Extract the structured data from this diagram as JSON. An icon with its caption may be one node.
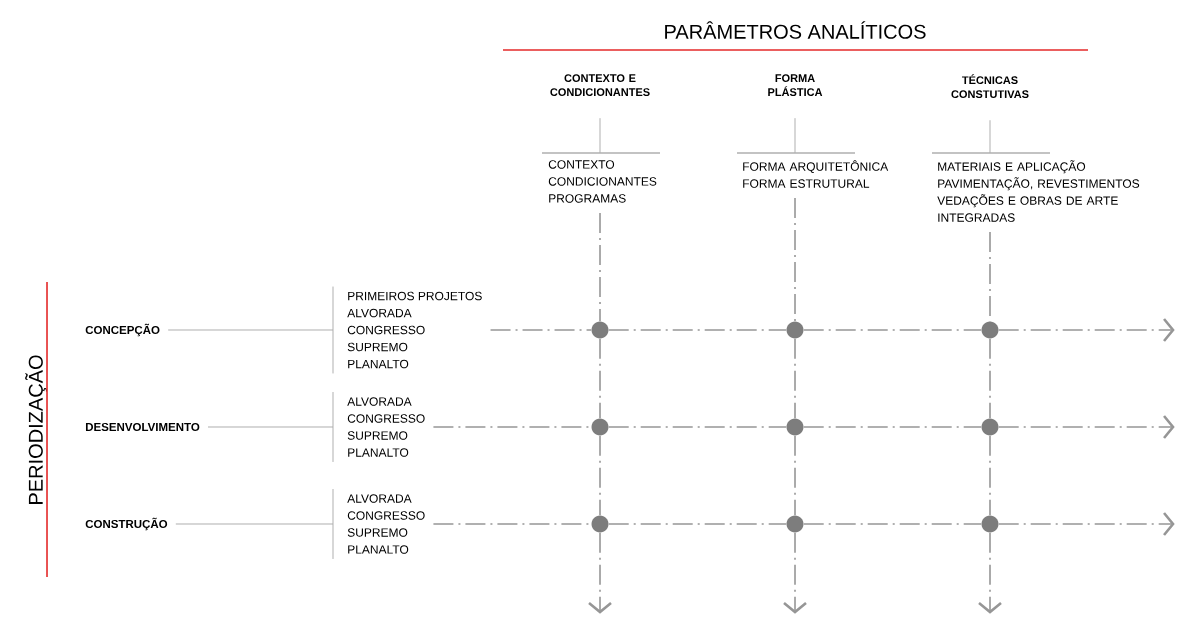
{
  "diagram": {
    "nodes": [
      {
        "text": [
          "CONTEXTO E CONDICIONANTES"
        ]
      },
      {
        "text": [
          "FORMA PLÁSTICA"
        ]
      },
      {
        "text": [
          "TÉCNICAS CONSTUTIVAS"
        ]
      },
      {
        "text": [
          "CONTEXTO",
          "CONDICIONANTES",
          "PROGRAMAS"
        ]
      },
      {
        "text": [
          "FORMA ARQUITETÔNICA",
          "FORMA ESTRUTURAL"
        ]
      },
      {
        "text": [
          "MATERIAIS E APLICAÇÃO",
          "PAVIMENTAÇÃO, REVESTIMENTOS",
          "VEDAÇÕES E OBRAS DE ARTE INTEGRADAS"
        ]
      },
      {
        "text": [
          "CONCEPÇÃO"
        ]
      },
      {
        "text": [
          "PRIMEIROS PROJETOS",
          "ALVORADA",
          "CONGRESSO",
          "SUPREMO",
          "PLANALTO"
        ]
      },
      {
        "text": [
          "DESENVOLVIMENTO"
        ]
      },
      {
        "text": [
          "ALVORADA",
          "CONGRESSO",
          "SUPREMO",
          "PLANALTO"
        ]
      },
      {
        "text": [
          "CONSTRUÇÃO"
        ]
      },
      {
        "text": [
          "ALVORADA",
          "CONGRESSO",
          "SUPREMO",
          "PLANALTO"
        ]
      },
      {
        "text": [],
        "shape": "circle"
      },
      {
        "text": [],
        "shape": "circle"
      },
      {
        "text": [],
        "shape": "circle"
      },
      {
        "text": [],
        "shape": "circle"
      },
      {
        "text": [],
        "shape": "circle"
      },
      {
        "text": [],
        "shape": "circle"
      },
      {
        "text": [],
        "shape": "circle"
      },
      {
        "text": [],
        "shape": "circle"
      },
      {
        "text": [],
        "shape": "circle"
      }
    ],
    "edges": [
      {
        "from": 0,
        "to": 3,
        "arrow": "none"
      },
      {
        "from": 1,
        "to": 4,
        "arrow": "none"
      },
      {
        "from": 2,
        "to": 5,
        "arrow": "none"
      },
      {
        "from": 6,
        "to": 7,
        "arrow": "none"
      },
      {
        "from": 8,
        "to": 9,
        "arrow": "none"
      },
      {
        "from": 10,
        "to": 11,
        "arrow": "none"
      },
      {
        "from": 7,
        "to": 12,
        "arrow": "none",
        "style": "dashed"
      },
      {
        "from": 12,
        "to": 13,
        "arrow": "none",
        "style": "dashed"
      },
      {
        "from": 13,
        "to": 14,
        "arrow": "none",
        "style": "dashed"
      },
      {
        "from": 14,
        "to": null,
        "arrow": "to",
        "style": "dashed"
      },
      {
        "from": 9,
        "to": 15,
        "arrow": "none",
        "style": "dashed"
      },
      {
        "from": 15,
        "to": 16,
        "arrow": "none",
        "style": "dashed"
      },
      {
        "from": 16,
        "to": 17,
        "arrow": "none",
        "style": "dashed"
      },
      {
        "from": 17,
        "to": null,
        "arrow": "to",
        "style": "dashed"
      },
      {
        "from": 11,
        "to": 18,
        "arrow": "none",
        "style": "dashed"
      },
      {
        "from": 18,
        "to": 19,
        "arrow": "none",
        "style": "dashed"
      },
      {
        "from": 19,
        "to": 20,
        "arrow": "none",
        "style": "dashed"
      },
      {
        "from": 20,
        "to": null,
        "arrow": "to",
        "style": "dashed"
      },
      {
        "from": 3,
        "to": 12,
        "arrow": "none",
        "style": "dashed"
      },
      {
        "from": 12,
        "to": 15,
        "arrow": "none",
        "style": "dashed"
      },
      {
        "from": 15,
        "to": 18,
        "arrow": "none",
        "style": "dashed"
      },
      {
        "from": 18,
        "to": null,
        "arrow": "to",
        "style": "dashed"
      },
      {
        "from": 4,
        "to": 13,
        "arrow": "none",
        "style": "dashed"
      },
      {
        "from": 13,
        "to": 16,
        "arrow": "none",
        "style": "dashed"
      },
      {
        "from": 16,
        "to": 19,
        "arrow": "none",
        "style": "dashed"
      },
      {
        "from": 19,
        "to": null,
        "arrow": "to",
        "style": "dashed"
      },
      {
        "from": 5,
        "to": 14,
        "arrow": "none",
        "style": "dashed"
      },
      {
        "from": 14,
        "to": 17,
        "arrow": "none",
        "style": "dashed"
      },
      {
        "from": 17,
        "to": 20,
        "arrow": "none",
        "style": "dashed"
      },
      {
        "from": 20,
        "to": null,
        "arrow": "to",
        "style": "dashed"
      }
    ],
    "labels": [
      "PARÂMETROS ANALÍTICOS",
      "PERIODIZAÇÃO"
    ]
  }
}
